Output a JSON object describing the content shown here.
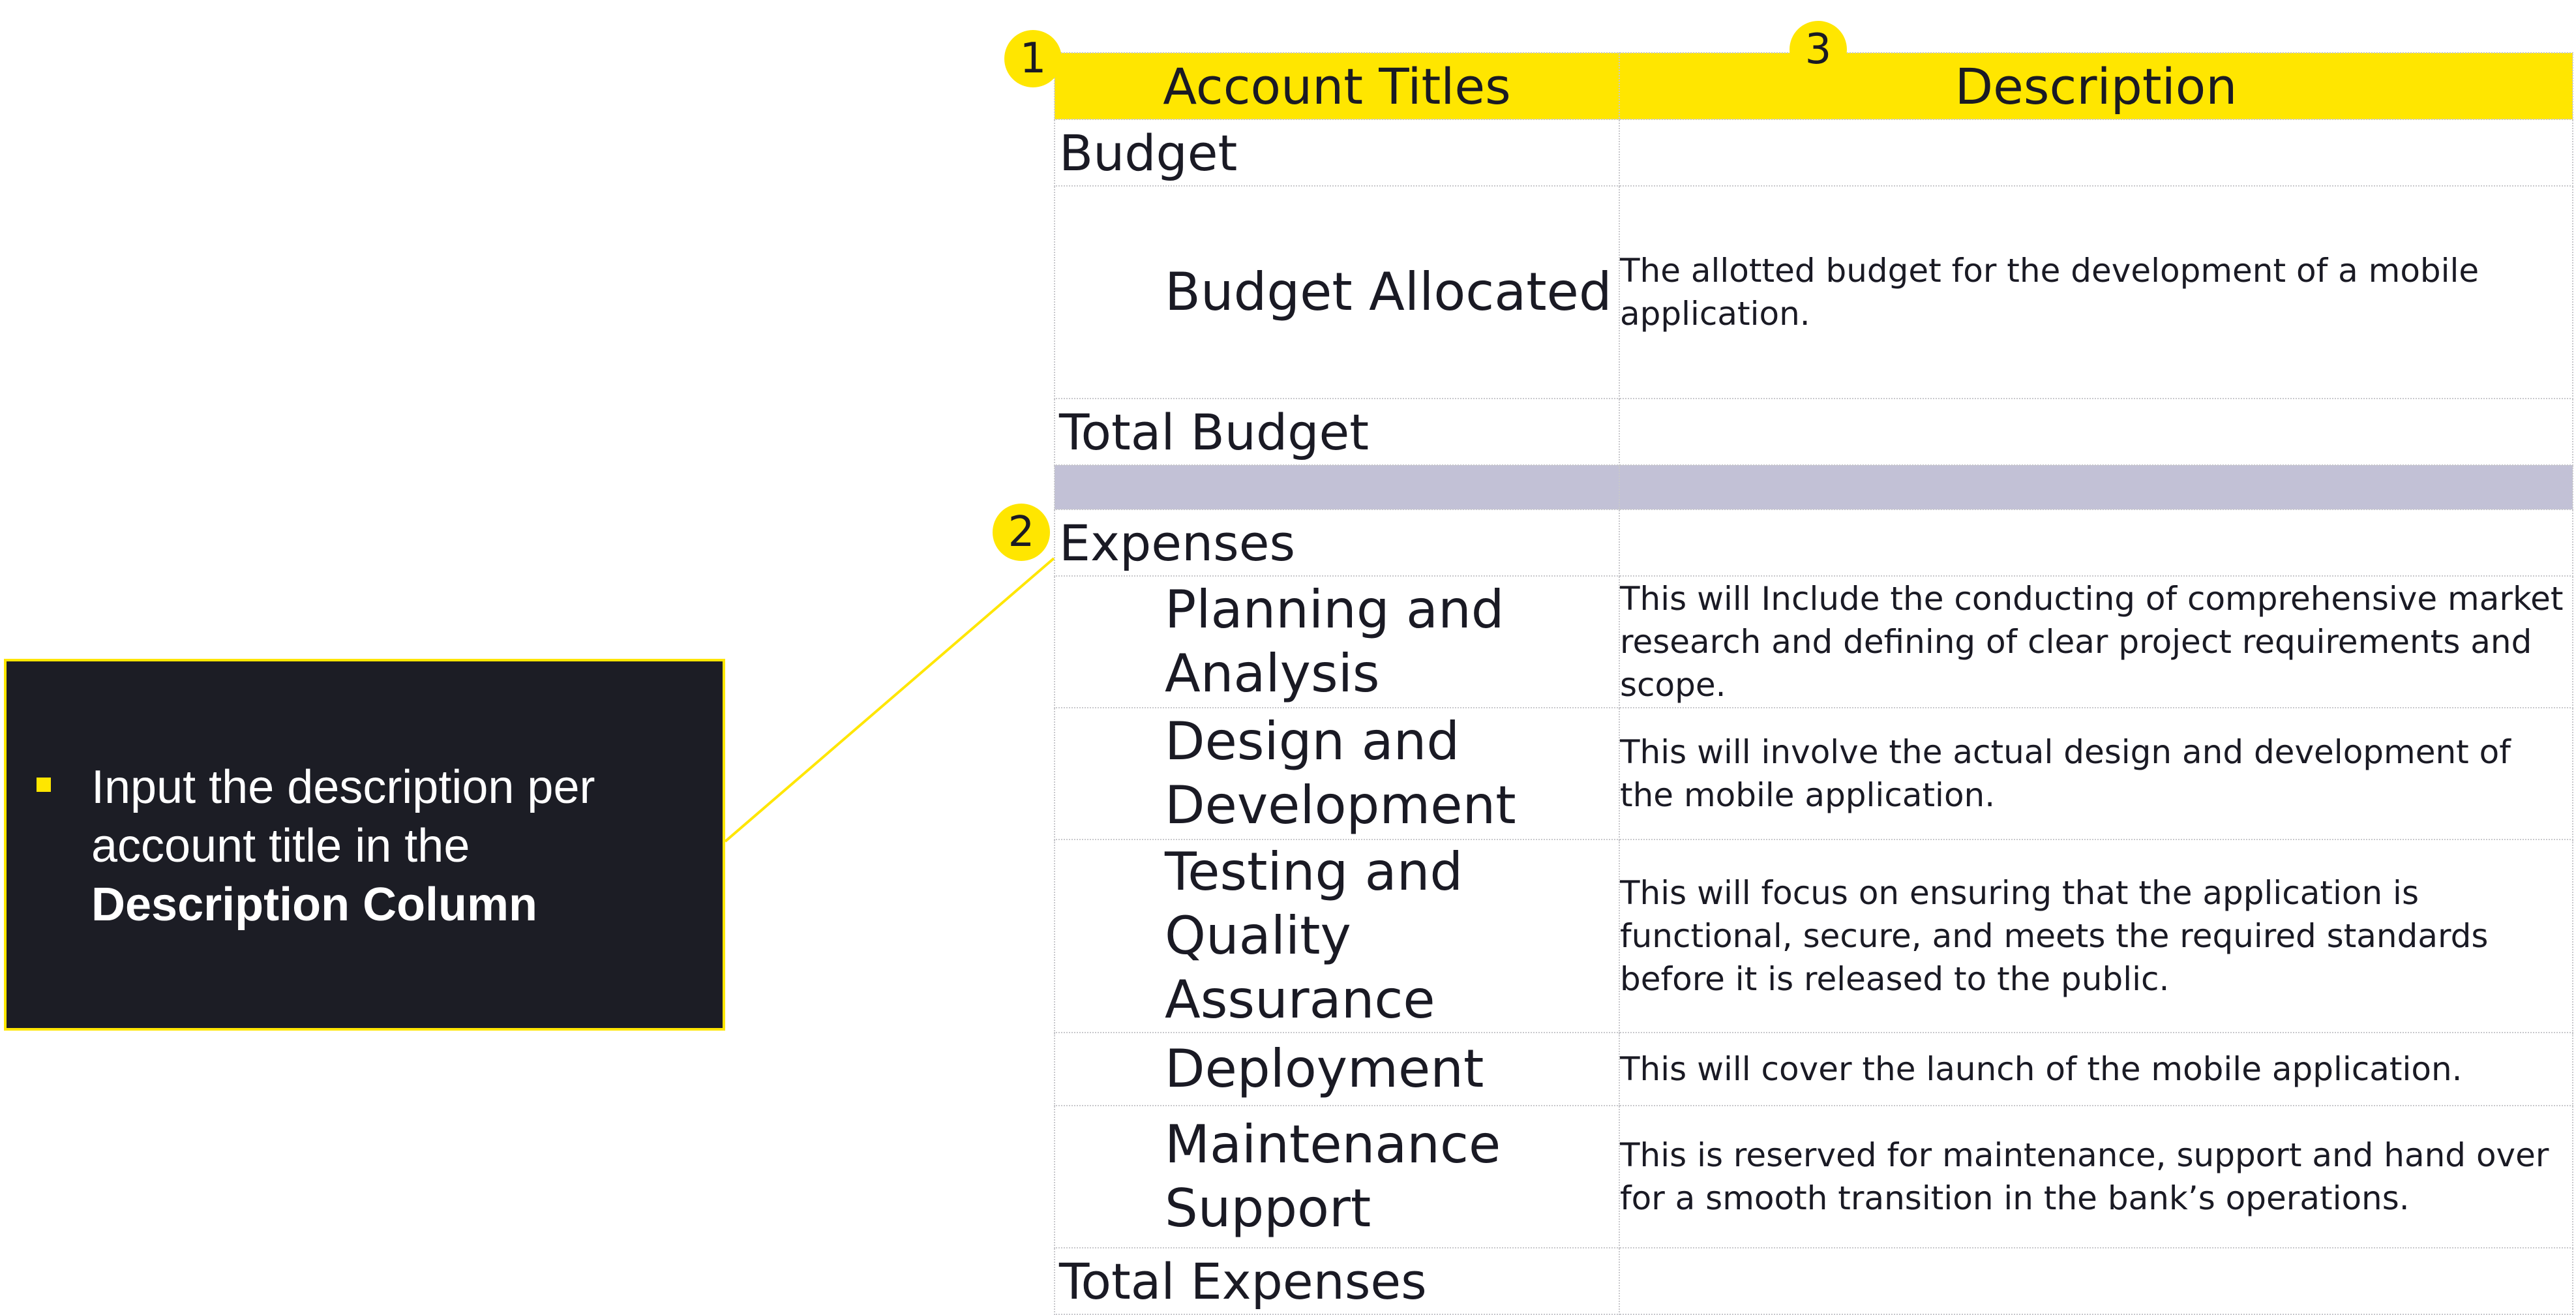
{
  "instruction": {
    "line1": "Input the description per",
    "line2": "account title in the",
    "line3_bold": "Description Column"
  },
  "table": {
    "header": [
      "Account Titles",
      "Description"
    ],
    "budget_section": "Budget",
    "budget_allocated": {
      "title": "Budget Allocated",
      "description": "The allotted budget for the development of a mobile application."
    },
    "total_budget": "Total Budget",
    "expenses_section": "Expenses",
    "expenses": [
      {
        "title": "Planning and Analysis",
        "description": "This will Include the conducting of comprehensive market research and defining of clear project requirements and scope."
      },
      {
        "title": "Design and Development",
        "description": "This will involve the actual design and development of the mobile application."
      },
      {
        "title": "Testing and Quality Assurance",
        "description": "This will focus on ensuring that the application is functional, secure, and meets the required standards before it is released to the public."
      },
      {
        "title": "Deployment",
        "description": "This will cover the launch of the mobile application."
      },
      {
        "title": "Maintenance Support",
        "description": "This is reserved for maintenance, support and hand over for a smooth transition in the bank’s operations."
      }
    ],
    "total_expenses": "Total Expenses"
  },
  "badges": [
    "1",
    "2",
    "3"
  ],
  "colors": {
    "accent": "#ffe600",
    "panel": "#1c1d25",
    "separator": "#c2c1d6"
  }
}
